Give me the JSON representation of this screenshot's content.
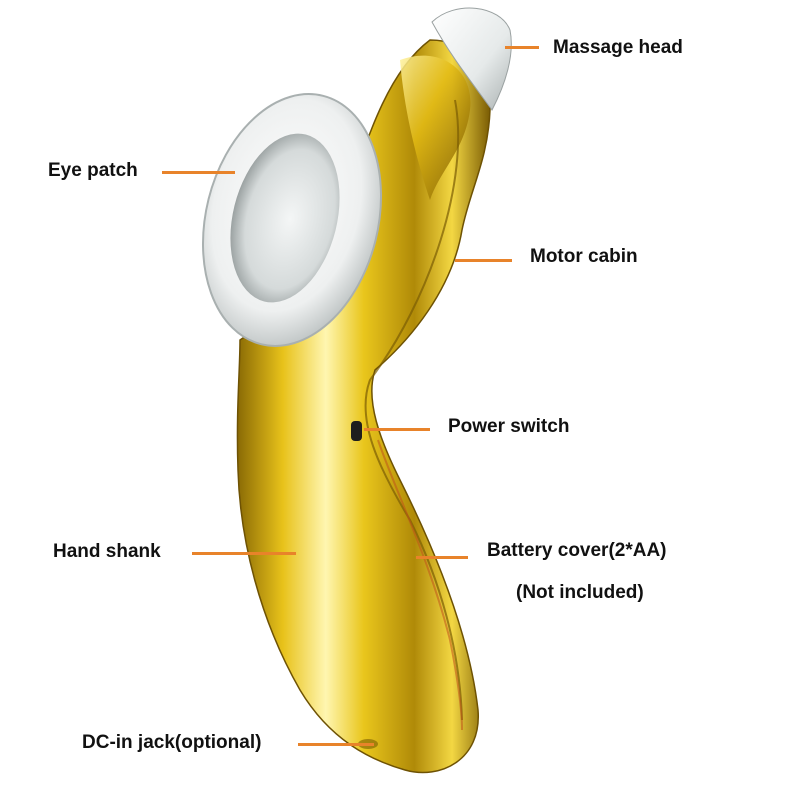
{
  "diagram": {
    "labels": {
      "massage_head": "Massage head",
      "eye_patch": "Eye patch",
      "motor_cabin": "Motor cabin",
      "power_switch": "Power switch",
      "hand_shank": "Hand shank",
      "battery_cover": "Battery cover(2*AA)",
      "battery_note": "(Not included)",
      "dc_jack": "DC-in jack(optional)"
    },
    "colors": {
      "leader": "#e8832a",
      "gold_light": "#fff6b0",
      "gold_mid": "#e8c21a",
      "gold_dark": "#8a6a05",
      "pad_white": "#f2f4f4",
      "pad_shadow": "#a9b0b0",
      "switch": "#1e1e1e"
    }
  }
}
